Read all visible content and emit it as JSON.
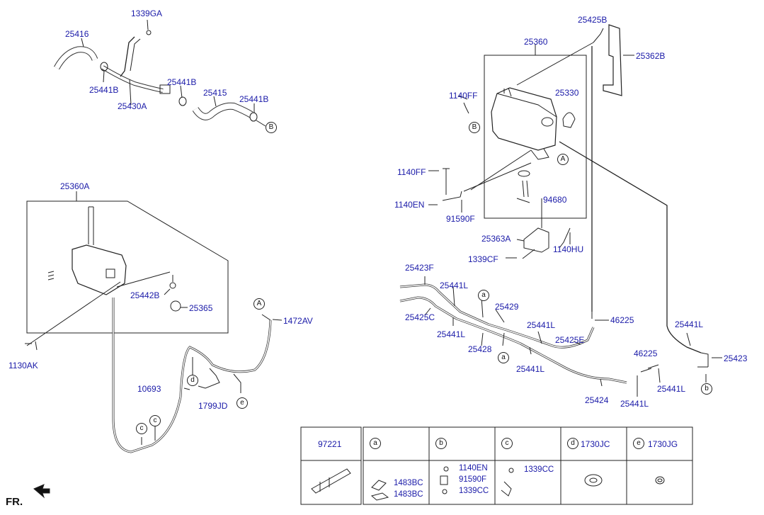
{
  "title": "",
  "labels": {
    "p1339GA": "1339GA",
    "p25416": "25416",
    "p25441B_1": "25441B",
    "p25430A": "25430A",
    "p25441B_2": "25441B",
    "p25415": "25415",
    "p25441B_3": "25441B",
    "p25360A": "25360A",
    "p25442B": "25442B",
    "p25365": "25365",
    "p1130AK": "1130AK",
    "p1472AV": "1472AV",
    "p10693": "10693",
    "p1799JD": "1799JD",
    "p25425B": "25425B",
    "p25362B": "25362B",
    "p25360": "25360",
    "p1140FF_1": "1140FF",
    "p25330": "25330",
    "p1140FF_2": "1140FF",
    "p1140EN": "1140EN",
    "p94680": "94680",
    "p91590F": "91590F",
    "p25363A": "25363A",
    "p1140HU": "1140HU",
    "p1339CF": "1339CF",
    "p25423F": "25423F",
    "p25441L_1": "25441L",
    "p25429": "25429",
    "p25425C": "25425C",
    "p25441L_2": "25441L",
    "p25441L_3": "25441L",
    "p25428": "25428",
    "p46225_1": "46225",
    "p25425E": "25425E",
    "p25441L_4": "25441L",
    "p25441L_5": "25441L",
    "p46225_2": "46225",
    "p25423": "25423",
    "p25441L_6": "25441L",
    "p25424": "25424",
    "p25441L_7": "25441L"
  },
  "callouts": {
    "A": "A",
    "B": "B",
    "a": "a",
    "b": "b",
    "c": "c",
    "d": "d",
    "e": "e"
  },
  "fr_label": "FR.",
  "legend_table": {
    "col_97221": "97221",
    "col_a": {
      "letter": "a",
      "parts": [
        "1483BC",
        "1483BC"
      ]
    },
    "col_b": {
      "letter": "b",
      "parts": [
        "1140EN",
        "91590F",
        "1339CC"
      ]
    },
    "col_c": {
      "letter": "c",
      "parts": [
        "1339CC"
      ]
    },
    "col_d": {
      "letter": "d",
      "part": "1730JC"
    },
    "col_e": {
      "letter": "e",
      "part": "1730JG"
    }
  }
}
